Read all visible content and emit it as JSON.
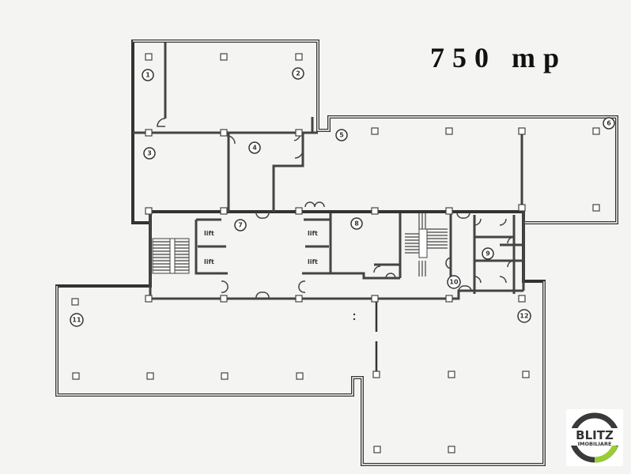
{
  "title": "750 mp",
  "logo": {
    "brand": "BLITZ",
    "subtitle": "IMOBILIARE",
    "ring_color": "#3a3a3a",
    "accent_color": "#9acd32"
  },
  "rooms": [
    {
      "id": "1",
      "label": "1"
    },
    {
      "id": "2",
      "label": "2"
    },
    {
      "id": "3",
      "label": "3"
    },
    {
      "id": "4",
      "label": "4"
    },
    {
      "id": "5",
      "label": "5"
    },
    {
      "id": "6",
      "label": "6"
    },
    {
      "id": "7",
      "label": "7"
    },
    {
      "id": "8",
      "label": "8"
    },
    {
      "id": "9",
      "label": "9"
    },
    {
      "id": "10",
      "label": "10"
    },
    {
      "id": "11",
      "label": "11"
    },
    {
      "id": "12",
      "label": "12"
    }
  ],
  "lifts": [
    {
      "label": "lift"
    },
    {
      "label": "lift"
    },
    {
      "label": "lift"
    },
    {
      "label": "lift"
    }
  ]
}
